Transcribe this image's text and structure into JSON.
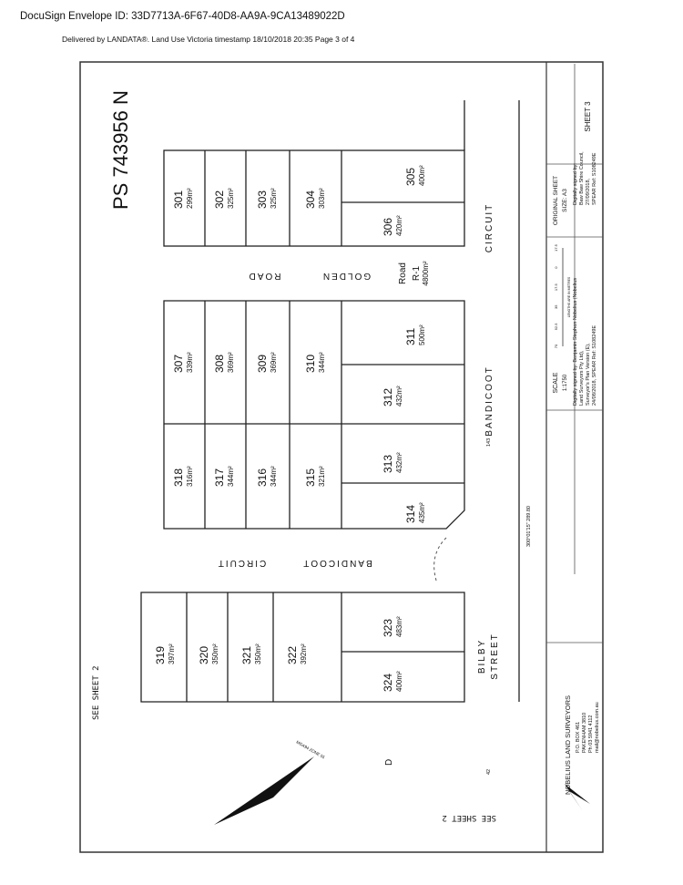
{
  "header": {
    "envelope_id": "DocuSign Envelope ID: 33D7713A-6F67-40D8-AA9A-9CA13489022D",
    "delivered": "Delivered by LANDATA®.  Land Use Victoria timestamp 18/10/2018 20:35   Page 3 of 4"
  },
  "plan": {
    "number": "PS 743956 N",
    "sheet": "SHEET 3",
    "original_sheet": "ORIGINAL SHEET",
    "size": "SIZE: A3",
    "scale_label": "SCALE",
    "scale_value": "1:1750",
    "scale_units": "LENGTHS ARE IN METRES",
    "scale_ticks": [
      "17.5",
      "0",
      "17.5",
      "35",
      "52.5",
      "70"
    ],
    "council_signature": [
      "Digitally signed by:",
      "Baw Baw Shire Council,",
      "27/09/2018,",
      "SPEAR Ref: S108249E"
    ],
    "surveyor_signature": [
      "Digitally signed by: Benjamin Stephen Nobelius (Nobelius",
      "Land Surveyors Pty Ltd),",
      "Surveyor's Plan Version (E),",
      "24/08/2018, SPEAR Ref: S108249E"
    ],
    "firm": {
      "name": "NOBELIUS LAND SURVEYORS",
      "lines": [
        "P.O. BOX 461",
        "PAKENHAM  3810",
        "Ph  03 5941 4112",
        "mail@nobelius.com.au"
      ]
    }
  },
  "streets": {
    "golden": "GOLDEN",
    "road": "ROAD",
    "road_r1": "Road",
    "road_r1_id": "R-1",
    "road_r1_area": "4800m²",
    "bandicoot_1": "BANDICOOT",
    "circuit_1": "CIRCUIT",
    "bandicoot_2": "BANDICOOT",
    "circuit_2": "CIRCUIT",
    "bilby": "BILBY",
    "street": "STREET"
  },
  "refs": {
    "see_sheet_left": "SEE SHEET 2",
    "see_sheet_bottom": "SEE SHEET 2",
    "d": "D",
    "zone": "MGA94 ZONE 55",
    "bearing_main": "300°01'15\"   289.80",
    "dim_143": "143",
    "dim_42": "42"
  },
  "lots": [
    {
      "n": "301",
      "a": "299m²"
    },
    {
      "n": "302",
      "a": "325m²"
    },
    {
      "n": "303",
      "a": "325m²"
    },
    {
      "n": "304",
      "a": "303m²"
    },
    {
      "n": "305",
      "a": "400m²"
    },
    {
      "n": "306",
      "a": "420m²"
    },
    {
      "n": "307",
      "a": "339m²"
    },
    {
      "n": "308",
      "a": "369m²"
    },
    {
      "n": "309",
      "a": "369m²"
    },
    {
      "n": "310",
      "a": "344m²"
    },
    {
      "n": "311",
      "a": "500m²"
    },
    {
      "n": "312",
      "a": "432m²"
    },
    {
      "n": "313",
      "a": "432m²"
    },
    {
      "n": "314",
      "a": "435m²"
    },
    {
      "n": "315",
      "a": "321m²"
    },
    {
      "n": "316",
      "a": "344m²"
    },
    {
      "n": "317",
      "a": "344m²"
    },
    {
      "n": "318",
      "a": "316m²"
    },
    {
      "n": "319",
      "a": "397m²"
    },
    {
      "n": "320",
      "a": "350m²"
    },
    {
      "n": "321",
      "a": "350m²"
    },
    {
      "n": "322",
      "a": "392m²"
    },
    {
      "n": "323",
      "a": "483m²"
    },
    {
      "n": "324",
      "a": "400m²"
    }
  ]
}
